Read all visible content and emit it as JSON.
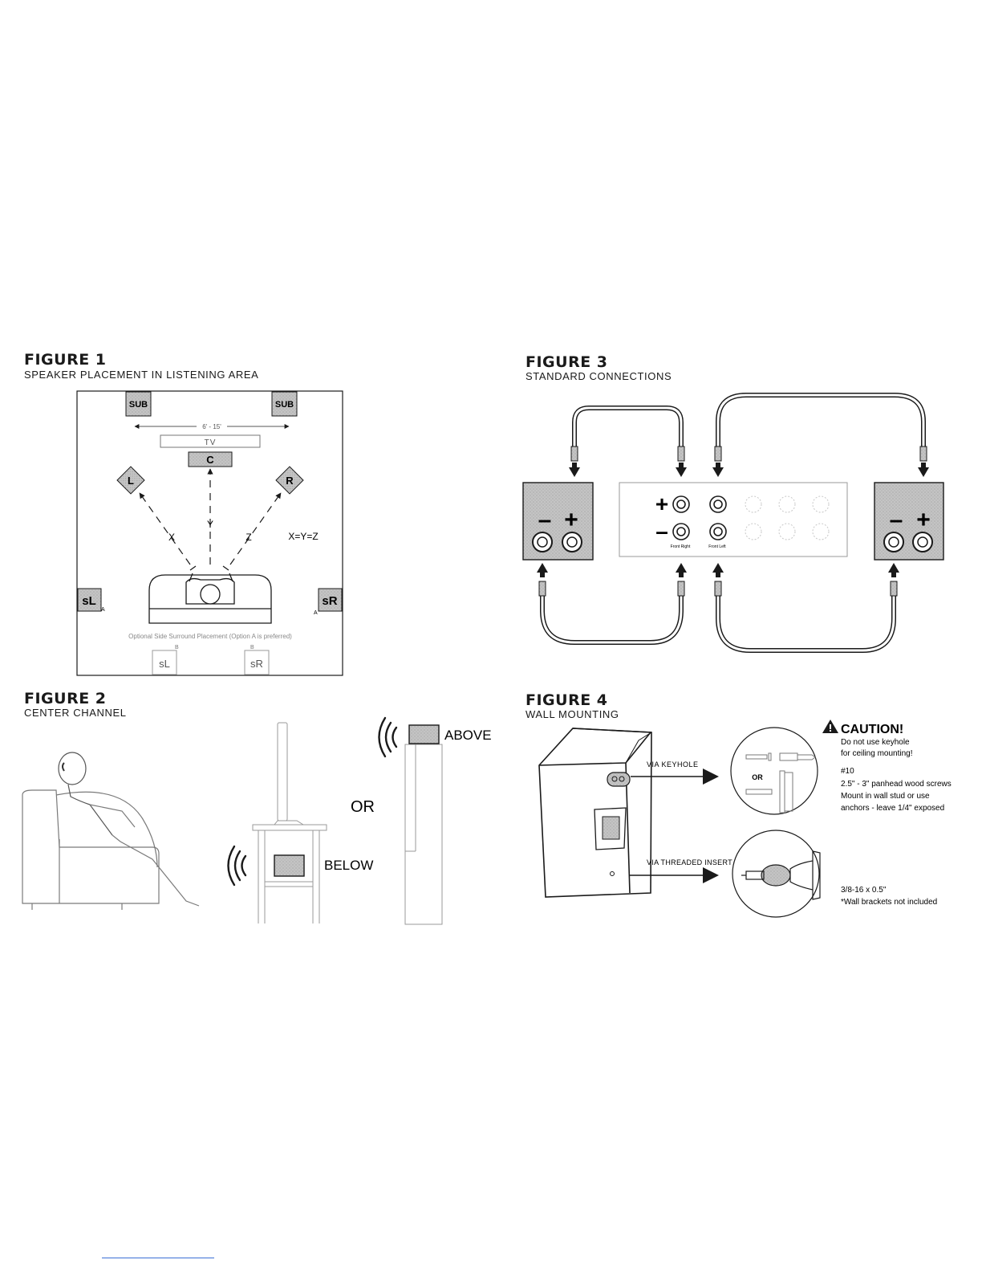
{
  "figures": {
    "fig1": {
      "title": "FIGURE 1",
      "subtitle": "SPEAKER PLACEMENT IN LISTENING AREA",
      "labels": {
        "sub": "SUB",
        "distance": "6' - 15'",
        "tv": "TV",
        "center": "C",
        "left": "L",
        "right": "R",
        "x": "X",
        "y": "Y",
        "z": "Z",
        "equation": "X=Y=Z",
        "side_left": "sL",
        "side_right": "sR",
        "option_a": "A",
        "option_b": "B",
        "optional_note": "Optional Side Surround Placement (Option A is preferred)"
      }
    },
    "fig2": {
      "title": "FIGURE 2",
      "subtitle": "CENTER CHANNEL",
      "labels": {
        "above": "ABOVE",
        "or": "OR",
        "below": "BELOW"
      }
    },
    "fig3": {
      "title": "FIGURE 3",
      "subtitle": "STANDARD CONNECTIONS",
      "labels": {
        "plus": "+",
        "minus": "–",
        "front_right": "Front Right",
        "front_left": "Front Left"
      }
    },
    "fig4": {
      "title": "FIGURE 4",
      "subtitle": "WALL MOUNTING",
      "labels": {
        "via_keyhole": "VIA KEYHOLE",
        "via_threaded": "VIA THREADED INSERT",
        "caution": "CAUTION!",
        "caution_line1": "Do not use keyhole",
        "caution_line2": "for ceiling mounting!",
        "screw_size": "#10",
        "screw_line1": "2.5\" - 3\" panhead wood screws",
        "screw_line2": "Mount in wall stud or use",
        "screw_line3": "anchors - leave 1/4\" exposed",
        "or": "OR",
        "insert_size": "3/8-16 x 0.5\"",
        "bracket_note": "*Wall brackets not included"
      }
    }
  },
  "colors": {
    "speaker_fill": "#c8c8c8",
    "line": "#1a1a1a",
    "light_line": "#9a9a9a"
  }
}
